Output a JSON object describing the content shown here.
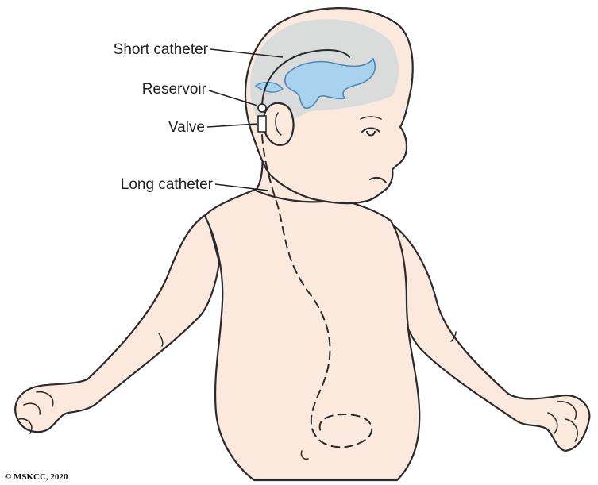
{
  "labels": {
    "short_catheter": "Short catheter",
    "reservoir": "Reservoir",
    "valve": "Valve",
    "long_catheter": "Long catheter"
  },
  "copyright": "© MSKCC, 2020",
  "colors": {
    "skin": "#fbe9dd",
    "brain": "#d4d9dc",
    "ventricle": "#a9d2ee",
    "ventricle_outline": "#4f86b3",
    "outline": "#2a2a2a"
  }
}
